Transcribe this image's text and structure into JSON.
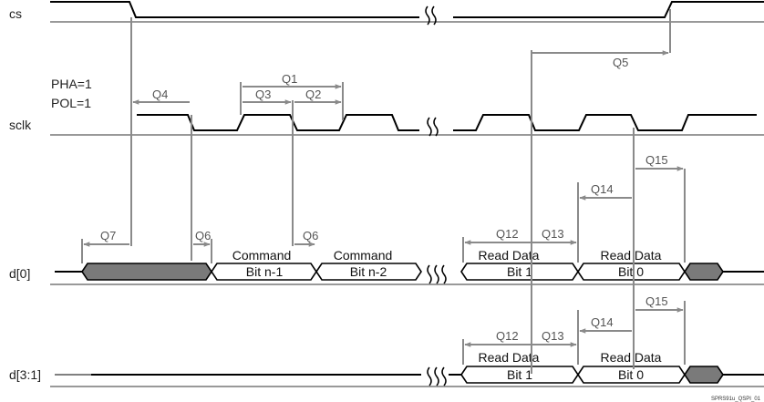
{
  "signals": {
    "cs": "cs",
    "sclk": "sclk",
    "d0": "d[0]",
    "d31": "d[3:1]"
  },
  "mode": {
    "pha": "PHA=1",
    "pol": "POL=1"
  },
  "timing": {
    "q1": "Q1",
    "q2": "Q2",
    "q3": "Q3",
    "q4": "Q4",
    "q5": "Q5",
    "q6a": "Q6",
    "q6b": "Q6",
    "q7": "Q7",
    "q12a": "Q12",
    "q13a": "Q13",
    "q14a": "Q14",
    "q15a": "Q15",
    "q12b": "Q12",
    "q13b": "Q13",
    "q14b": "Q14",
    "q15b": "Q15"
  },
  "d0_bus": {
    "cmd1_top": "Command",
    "cmd1_bot": "Bit n-1",
    "cmd2_top": "Command",
    "cmd2_bot": "Bit n-2",
    "rd1_top": "Read Data",
    "rd1_bot": "Bit 1",
    "rd0_top": "Read Data",
    "rd0_bot": "Bit 0"
  },
  "d31_bus": {
    "rd1_top": "Read Data",
    "rd1_bot": "Bit 1",
    "rd0_top": "Read Data",
    "rd0_bot": "Bit 0"
  },
  "figure_id": "SPRS91u_QSPI_01"
}
